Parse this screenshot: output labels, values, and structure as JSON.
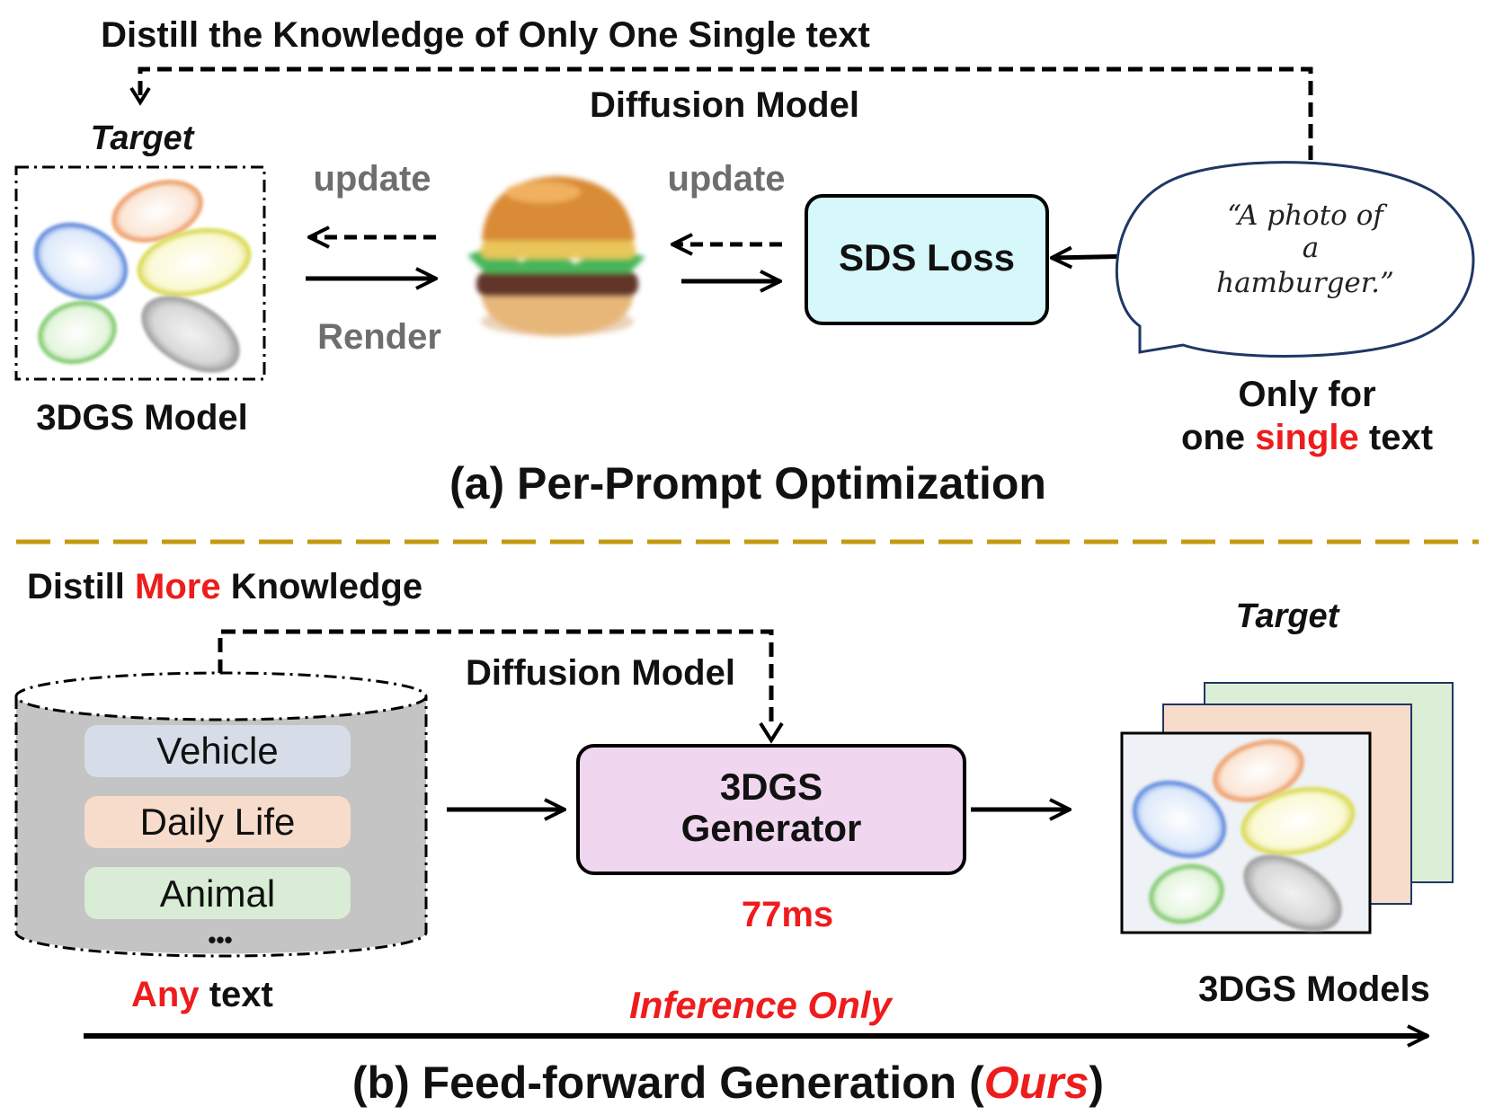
{
  "top": {
    "feedback_label": "Distill the Knowledge of Only One Single text",
    "diffusion_label": "Diffusion Model",
    "target_label": "Target",
    "model_label": "3DGS Model",
    "update_left": "update",
    "update_right": "update",
    "render_label": "Render",
    "loss_box": "SDS Loss",
    "prompt_line1": "“A photo of",
    "prompt_line2": "a",
    "prompt_line3": "hamburger.”",
    "only_for": "Only for",
    "one_pre": "one",
    "one_red": "single",
    "one_post": "text",
    "caption": "(a) Per-Prompt Optimization"
  },
  "bottom": {
    "distill_pre": "Distill",
    "distill_red": "More",
    "distill_post": "Knowledge",
    "diffusion_label": "Diffusion Model",
    "target_label": "Target",
    "categories": [
      "Vehicle",
      "Daily Life",
      "Animal"
    ],
    "ellipsis": "•••",
    "any_red": "Any",
    "any_post": "text",
    "generator_line1": "3DGS",
    "generator_line2": "Generator",
    "timing": "77ms",
    "inference": "Inference  Only",
    "models_label": "3DGS Models",
    "caption_pre": "(b) Feed-forward Generation (",
    "caption_red": "Ours",
    "caption_post": ")"
  },
  "colors": {
    "red": "#ee1c1c",
    "separator": "#c49a10",
    "sds_fill": "#d6f8fa",
    "generator_fill": "#f0d6ee",
    "cylinder_fill": "#c4c4c4",
    "vehicle_pill": "#d6dde8",
    "daily_pill": "#f8dccb",
    "animal_pill": "#d9ecd5"
  }
}
